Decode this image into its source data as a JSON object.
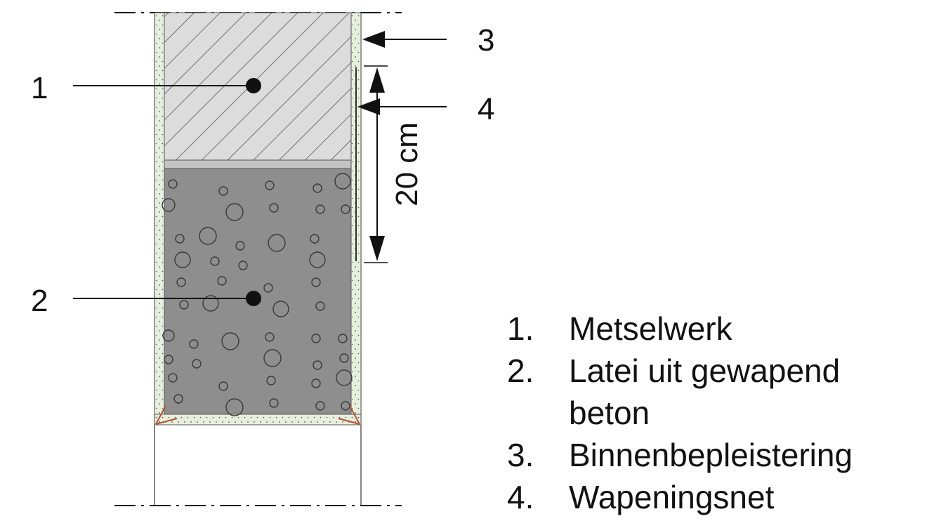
{
  "callouts": [
    {
      "id": "1",
      "label": "1"
    },
    {
      "id": "2",
      "label": "2"
    },
    {
      "id": "3",
      "label": "3"
    },
    {
      "id": "4",
      "label": "4"
    }
  ],
  "dimension": {
    "label": "20 cm"
  },
  "legend": [
    {
      "number": "1.",
      "text": "Metselwerk"
    },
    {
      "number": "2.",
      "text": "Latei uit gewapend beton"
    },
    {
      "number": "3.",
      "text": "Binnenbepleistering"
    },
    {
      "number": "4.",
      "text": "Wapeningsnet"
    }
  ],
  "colors": {
    "masonry": "#dcdcdc",
    "concrete": "#8e8e8e",
    "plaster": "#e6efdc",
    "corner_bead": "#b5502e"
  }
}
